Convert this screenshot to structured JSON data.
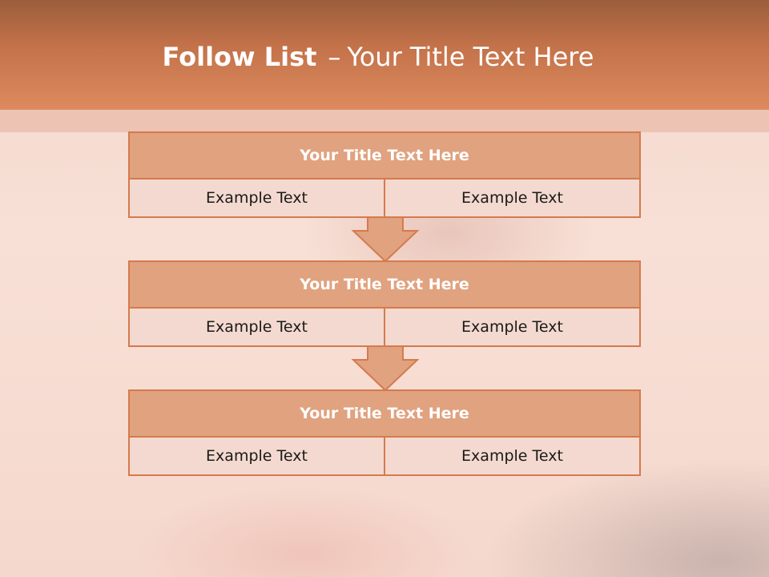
{
  "slide": {
    "title_bold": "Follow List",
    "title_separator": "–",
    "title_rest": "Your Title Text Here"
  },
  "blocks": [
    {
      "title": "Your Title Text Here",
      "left": "Example Text",
      "right": "Example Text"
    },
    {
      "title": "Your Title Text Here",
      "left": "Example Text",
      "right": "Example Text"
    },
    {
      "title": "Your Title Text Here",
      "left": "Example Text",
      "right": "Example Text"
    }
  ],
  "colors": {
    "banner": "#d57a4d",
    "box_header": "#e0a27f",
    "box_border": "#d57a4d",
    "box_body": "#f3d9cf"
  },
  "icons": {
    "connector": "down-arrow-icon"
  }
}
